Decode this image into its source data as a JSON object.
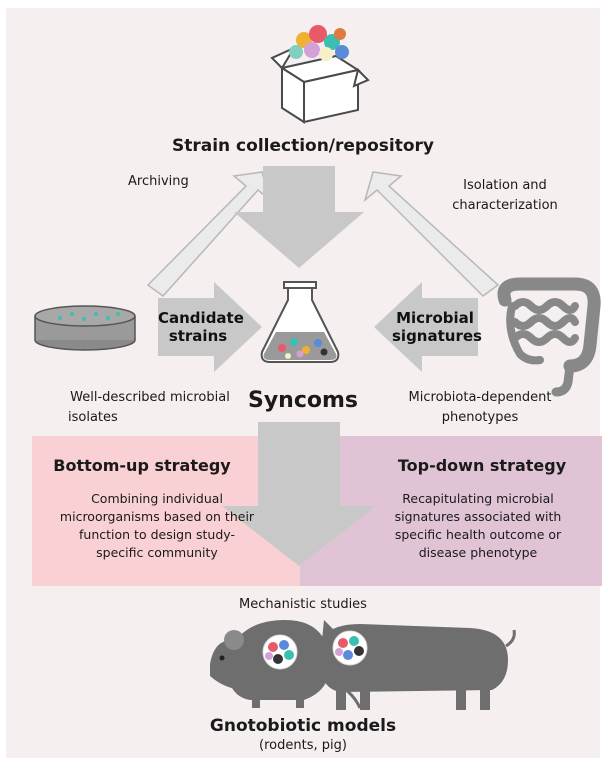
{
  "top": {
    "title": "Strain collection/repository"
  },
  "arrows": {
    "archiving": "Archiving",
    "isolation_line1": "Isolation and",
    "isolation_line2": "characterization",
    "candidate_line1": "Candidate",
    "candidate_line2": "strains",
    "microbial_line1": "Microbial",
    "microbial_line2": "signatures"
  },
  "middle": {
    "left_caption_line1": "Well-described microbial",
    "left_caption_line2": "isolates",
    "center_title": "Syncoms",
    "right_caption_line1": "Microbiota-dependent",
    "right_caption_line2": "phenotypes"
  },
  "bottom_up": {
    "title": "Bottom-up strategy",
    "line1": "Combining individual",
    "line2": "microorganisms based on their",
    "line3": "function to design study-",
    "line4": "specific community"
  },
  "top_down": {
    "title": "Top-down strategy",
    "line1": "Recapitulating microbial",
    "line2": "signatures associated with",
    "line3": "specific health outcome or",
    "line4": "disease phenotype"
  },
  "bottom": {
    "mechanistic": "Mechanistic studies",
    "title": "Gnotobiotic models",
    "subtitle": "(rodents, pig)"
  },
  "icons": [
    "box-of-microbes-icon",
    "petri-dish-icon",
    "flask-icon",
    "intestine-icon",
    "mouse-icon",
    "pig-icon"
  ],
  "colors": {
    "background": "#f5efef",
    "arrow_fill": "#c8c8c8",
    "bottom_up_band": "#f9d0d3",
    "top_down_band": "#e0c4d6"
  }
}
